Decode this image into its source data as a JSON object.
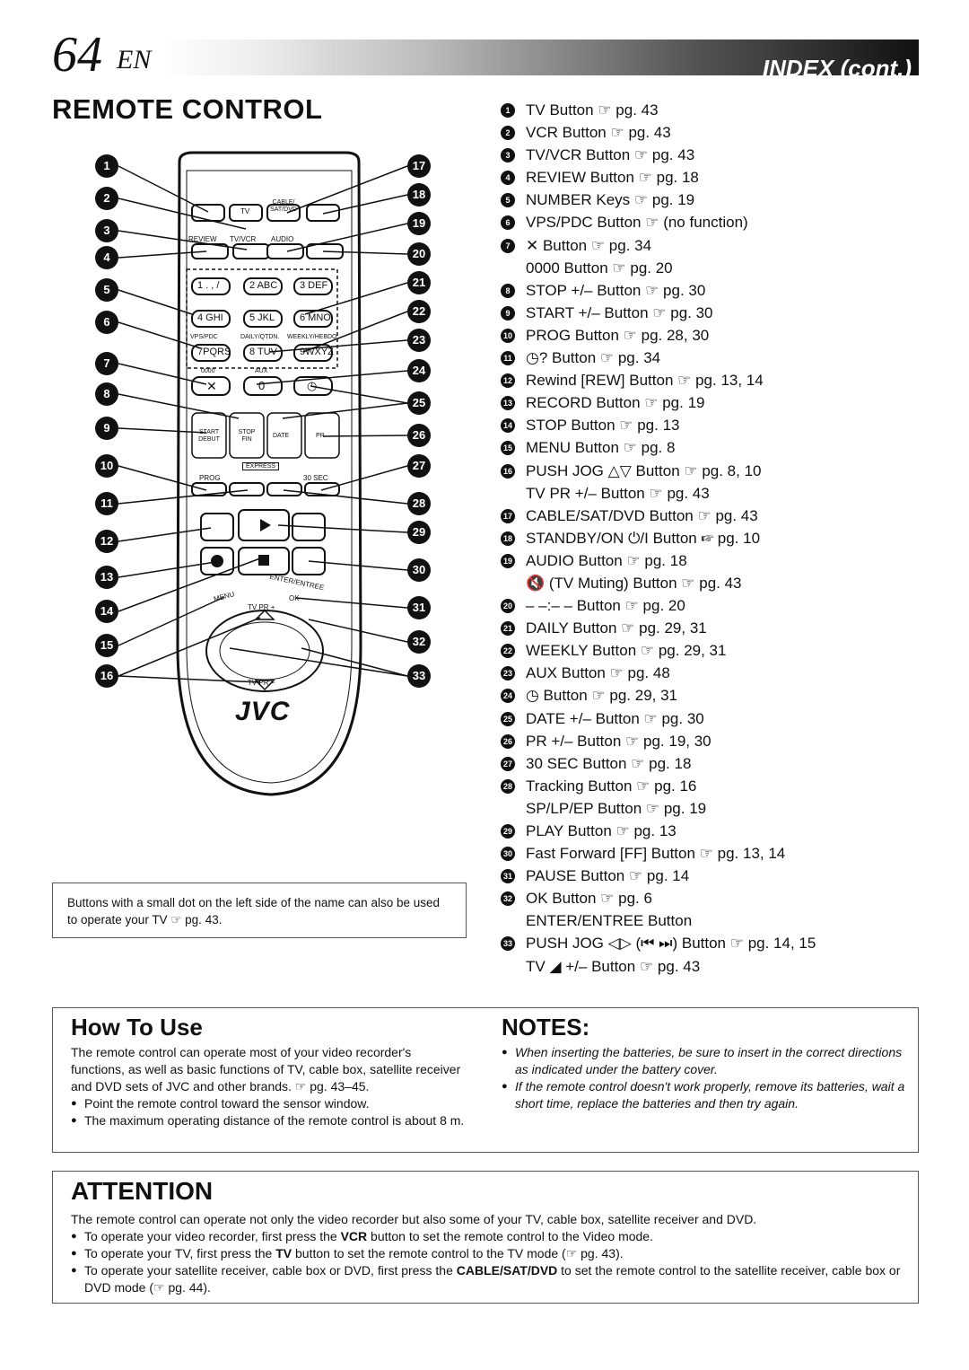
{
  "header": {
    "page_number": "64",
    "language": "EN",
    "title": "INDEX (cont.)"
  },
  "section_title": "REMOTE CONTROL",
  "remote_figure": {
    "brand": "JVC",
    "labels": {
      "tv": "TV",
      "cable": "CABLE/ SAT/DVD",
      "review": "REVIEW",
      "tvvcr": "TV/VCR",
      "audio": "AUDIO",
      "k1": "1 . , /",
      "k2": "2 ABC",
      "k3": "3 DEF",
      "k4": "4 GHI",
      "k5": "5 JKL",
      "k6": "6 MNO",
      "vpspdc": "VPS/PDC",
      "daily": "DAILY/QTDN.",
      "weekly": "WEEKLY/HEBDO",
      "k7": "7PQRS",
      "k8": "8 TUV",
      "k9": "9WXYZ",
      "zeros": "0000",
      "aux": "AUX",
      "k0": "0",
      "start": "START DEBUT",
      "stop": "STOP FIN",
      "date": "DATE",
      "pr": "PR",
      "express": "EXPRESS",
      "prog": "PROG",
      "sec30": "30 SEC",
      "menu": "MENU",
      "enter": "ENTER/ENTREE",
      "ok": "OK",
      "tvpr_top": "TV PR +",
      "tvpr_bottom": "TV PR –"
    }
  },
  "note_box": "Buttons with a small dot on the left side of the name can also be used to operate your TV ☞ pg. 43.",
  "index_items": [
    {
      "num": "1",
      "text": "TV Button ☞ pg. 43"
    },
    {
      "num": "2",
      "text": "VCR Button ☞ pg. 43"
    },
    {
      "num": "3",
      "text": "TV/VCR Button ☞ pg. 43"
    },
    {
      "num": "4",
      "text": "REVIEW Button ☞ pg. 18"
    },
    {
      "num": "5",
      "text": "NUMBER Keys ☞ pg. 19"
    },
    {
      "num": "6",
      "text": "VPS/PDC Button ☞ (no function)"
    },
    {
      "num": "7",
      "text": "✕ Button ☞ pg. 34",
      "sub": "0000 Button ☞ pg. 20"
    },
    {
      "num": "8",
      "text": "STOP +/– Button ☞ pg. 30"
    },
    {
      "num": "9",
      "text": "START +/– Button ☞ pg. 30"
    },
    {
      "num": "10",
      "text": "PROG Button ☞ pg. 28, 30"
    },
    {
      "num": "11",
      "text": "◷? Button ☞ pg. 34"
    },
    {
      "num": "12",
      "text": "Rewind [REW] Button ☞ pg. 13, 14"
    },
    {
      "num": "13",
      "text": "RECORD Button ☞ pg. 19"
    },
    {
      "num": "14",
      "text": "STOP Button ☞ pg. 13"
    },
    {
      "num": "15",
      "text": "MENU Button ☞ pg. 8"
    },
    {
      "num": "16",
      "text": "PUSH JOG △▽ Button ☞ pg. 8, 10",
      "sub": "TV PR +/– Button ☞ pg. 43"
    },
    {
      "num": "17",
      "text": "CABLE/SAT/DVD Button ☞ pg. 43"
    },
    {
      "num": "18",
      "text": "STANDBY/ON ⏻/I Button ☞ pg. 10"
    },
    {
      "num": "19",
      "text": "AUDIO Button ☞ pg. 18",
      "sub": "🔇 (TV Muting) Button ☞ pg. 43"
    },
    {
      "num": "20",
      "text": "– –:– – Button ☞ pg. 20"
    },
    {
      "num": "21",
      "text": "DAILY Button ☞ pg. 29, 31"
    },
    {
      "num": "22",
      "text": "WEEKLY Button ☞ pg. 29, 31"
    },
    {
      "num": "23",
      "text": "AUX Button ☞ pg. 48"
    },
    {
      "num": "24",
      "text": "◷ Button ☞ pg. 29, 31"
    },
    {
      "num": "25",
      "text": "DATE +/– Button ☞ pg. 30"
    },
    {
      "num": "26",
      "text": "PR +/– Button ☞ pg. 19, 30"
    },
    {
      "num": "27",
      "text": "30 SEC Button ☞ pg. 18"
    },
    {
      "num": "28",
      "text": "Tracking Button ☞ pg. 16",
      "sub": "SP/LP/EP Button ☞ pg. 19"
    },
    {
      "num": "29",
      "text": "PLAY Button ☞ pg. 13"
    },
    {
      "num": "30",
      "text": "Fast Forward [FF] Button ☞ pg. 13, 14"
    },
    {
      "num": "31",
      "text": "PAUSE Button ☞ pg. 14"
    },
    {
      "num": "32",
      "text": "OK Button ☞ pg. 6",
      "sub": "ENTER/ENTREE Button"
    },
    {
      "num": "33",
      "text": "PUSH JOG ◁▷ (⏮ ⏭) Button ☞ pg. 14, 15",
      "sub": "TV ◢ +/– Button ☞ pg. 43"
    }
  ],
  "how_to_use": {
    "title": "How To Use",
    "intro": "The remote control can operate most of your video recorder's functions, as well as basic functions of TV, cable box, satellite receiver and DVD sets of JVC and other brands. ☞ pg. 43–45.",
    "bullets": [
      "Point the remote control toward the sensor window.",
      "The maximum operating distance of the remote control is about 8 m."
    ]
  },
  "notes": {
    "title": "NOTES:",
    "bullets": [
      "When inserting the batteries, be sure to insert in the correct directions as indicated under the battery cover.",
      "If the remote control doesn't work properly, remove its batteries, wait a short time, replace the batteries and then try again."
    ]
  },
  "attention": {
    "title": "ATTENTION",
    "intro": "The remote control can operate not only the video recorder but also some of your TV, cable box, satellite receiver and DVD.",
    "b1_pre": "To operate your video recorder, first press the ",
    "b1_key": "VCR",
    "b1_post": " button to set the remote control to the Video mode.",
    "b2_pre": "To operate your TV, first press the ",
    "b2_key": "TV",
    "b2_post": " button to set the remote control to the TV mode (☞ pg. 43).",
    "b3_pre": "To operate your satellite receiver, cable box or DVD, first press the ",
    "b3_key": "CABLE/SAT/DVD",
    "b3_post": " to set the remote control to the satellite receiver, cable box or DVD mode (☞ pg. 44)."
  }
}
